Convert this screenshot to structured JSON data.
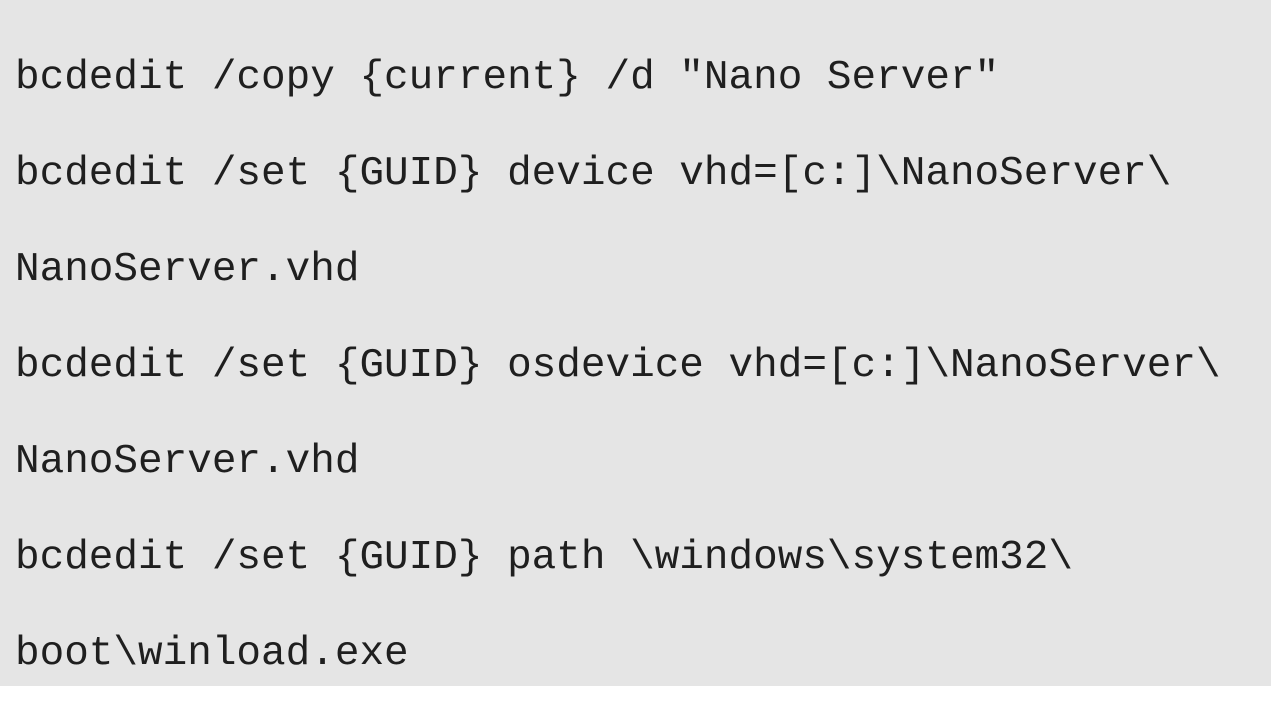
{
  "code": {
    "lines": [
      "bcdedit /copy {current} /d \"Nano Server\"",
      "bcdedit /set {GUID} device vhd=[c:]\\NanoServer\\",
      "NanoServer.vhd",
      "bcdedit /set {GUID} osdevice vhd=[c:]\\NanoServer\\",
      "NanoServer.vhd",
      "bcdedit /set {GUID} path \\windows\\system32\\",
      "boot\\winload.exe"
    ]
  },
  "colors": {
    "background": "#e5e5e5",
    "text": "#1f1f1f"
  }
}
